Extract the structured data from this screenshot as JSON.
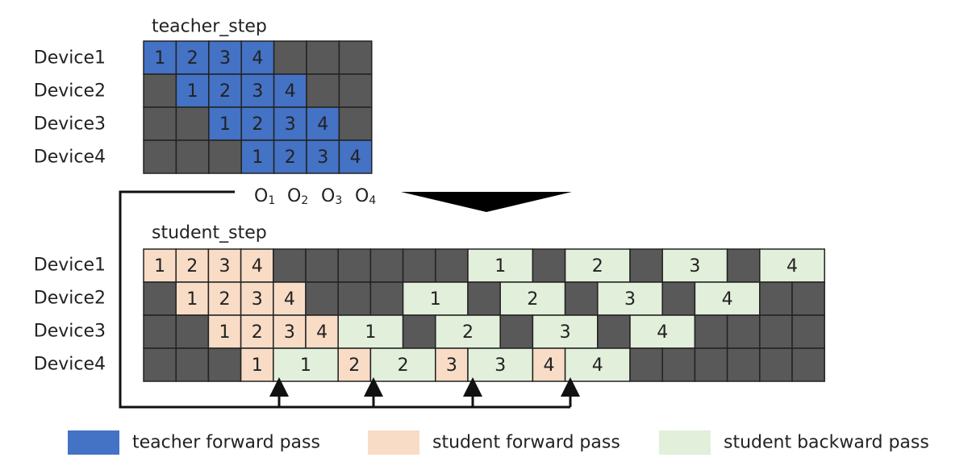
{
  "colors": {
    "idle": "#595959",
    "teacher_forward": "#4472c4",
    "student_forward": "#f8dcc6",
    "student_backward": "#e2efda",
    "border": "#222222",
    "text": "#222222"
  },
  "teacher": {
    "title": "teacher_step",
    "devices": [
      "Device1",
      "Device2",
      "Device3",
      "Device4"
    ],
    "rows": [
      [
        {
          "type": "tf",
          "label": "1"
        },
        {
          "type": "tf",
          "label": "2"
        },
        {
          "type": "tf",
          "label": "3"
        },
        {
          "type": "tf",
          "label": "4"
        },
        {
          "type": "idle"
        },
        {
          "type": "idle"
        },
        {
          "type": "idle"
        }
      ],
      [
        {
          "type": "idle"
        },
        {
          "type": "tf",
          "label": "1"
        },
        {
          "type": "tf",
          "label": "2"
        },
        {
          "type": "tf",
          "label": "3"
        },
        {
          "type": "tf",
          "label": "4"
        },
        {
          "type": "idle"
        },
        {
          "type": "idle"
        }
      ],
      [
        {
          "type": "idle"
        },
        {
          "type": "idle"
        },
        {
          "type": "tf",
          "label": "1"
        },
        {
          "type": "tf",
          "label": "2"
        },
        {
          "type": "tf",
          "label": "3"
        },
        {
          "type": "tf",
          "label": "4"
        },
        {
          "type": "idle"
        }
      ],
      [
        {
          "type": "idle"
        },
        {
          "type": "idle"
        },
        {
          "type": "idle"
        },
        {
          "type": "tf",
          "label": "1"
        },
        {
          "type": "tf",
          "label": "2"
        },
        {
          "type": "tf",
          "label": "3"
        },
        {
          "type": "tf",
          "label": "4"
        }
      ]
    ],
    "outputs": [
      {
        "base": "O",
        "sub": "1"
      },
      {
        "base": "O",
        "sub": "2"
      },
      {
        "base": "O",
        "sub": "3"
      },
      {
        "base": "O",
        "sub": "4"
      }
    ]
  },
  "student": {
    "title": "student_step",
    "devices": [
      "Device1",
      "Device2",
      "Device3",
      "Device4"
    ],
    "rows": [
      [
        {
          "type": "sf",
          "label": "1"
        },
        {
          "type": "sf",
          "label": "2"
        },
        {
          "type": "sf",
          "label": "3"
        },
        {
          "type": "sf",
          "label": "4"
        },
        {
          "type": "idle"
        },
        {
          "type": "idle"
        },
        {
          "type": "idle"
        },
        {
          "type": "idle"
        },
        {
          "type": "idle"
        },
        {
          "type": "idle"
        },
        {
          "type": "sb",
          "label": "1",
          "span": 2
        },
        {
          "type": "idle"
        },
        {
          "type": "sb",
          "label": "2",
          "span": 2
        },
        {
          "type": "idle"
        },
        {
          "type": "sb",
          "label": "3",
          "span": 2
        },
        {
          "type": "idle"
        },
        {
          "type": "sb",
          "label": "4",
          "span": 2
        }
      ],
      [
        {
          "type": "idle"
        },
        {
          "type": "sf",
          "label": "1"
        },
        {
          "type": "sf",
          "label": "2"
        },
        {
          "type": "sf",
          "label": "3"
        },
        {
          "type": "sf",
          "label": "4"
        },
        {
          "type": "idle"
        },
        {
          "type": "idle"
        },
        {
          "type": "idle"
        },
        {
          "type": "sb",
          "label": "1",
          "span": 2
        },
        {
          "type": "idle"
        },
        {
          "type": "sb",
          "label": "2",
          "span": 2
        },
        {
          "type": "idle"
        },
        {
          "type": "sb",
          "label": "3",
          "span": 2
        },
        {
          "type": "idle"
        },
        {
          "type": "sb",
          "label": "4",
          "span": 2
        },
        {
          "type": "idle"
        },
        {
          "type": "idle"
        }
      ],
      [
        {
          "type": "idle"
        },
        {
          "type": "idle"
        },
        {
          "type": "sf",
          "label": "1"
        },
        {
          "type": "sf",
          "label": "2"
        },
        {
          "type": "sf",
          "label": "3"
        },
        {
          "type": "sf",
          "label": "4"
        },
        {
          "type": "sb",
          "label": "1",
          "span": 2
        },
        {
          "type": "idle"
        },
        {
          "type": "sb",
          "label": "2",
          "span": 2
        },
        {
          "type": "idle"
        },
        {
          "type": "sb",
          "label": "3",
          "span": 2
        },
        {
          "type": "idle"
        },
        {
          "type": "sb",
          "label": "4",
          "span": 2
        },
        {
          "type": "idle"
        },
        {
          "type": "idle"
        },
        {
          "type": "idle"
        },
        {
          "type": "idle"
        }
      ],
      [
        {
          "type": "idle"
        },
        {
          "type": "idle"
        },
        {
          "type": "idle"
        },
        {
          "type": "sf",
          "label": "1"
        },
        {
          "type": "sb",
          "label": "1",
          "span": 2
        },
        {
          "type": "sf",
          "label": "2"
        },
        {
          "type": "sb",
          "label": "2",
          "span": 2
        },
        {
          "type": "sf",
          "label": "3"
        },
        {
          "type": "sb",
          "label": "3",
          "span": 2
        },
        {
          "type": "sf",
          "label": "4"
        },
        {
          "type": "sb",
          "label": "4",
          "span": 2
        },
        {
          "type": "idle"
        },
        {
          "type": "idle"
        },
        {
          "type": "idle"
        },
        {
          "type": "idle"
        },
        {
          "type": "idle"
        },
        {
          "type": "idle"
        }
      ]
    ]
  },
  "legend": [
    {
      "type": "tf",
      "label": "teacher forward pass"
    },
    {
      "type": "sf",
      "label": "student forward pass"
    },
    {
      "type": "sb",
      "label": "student backward pass"
    }
  ]
}
